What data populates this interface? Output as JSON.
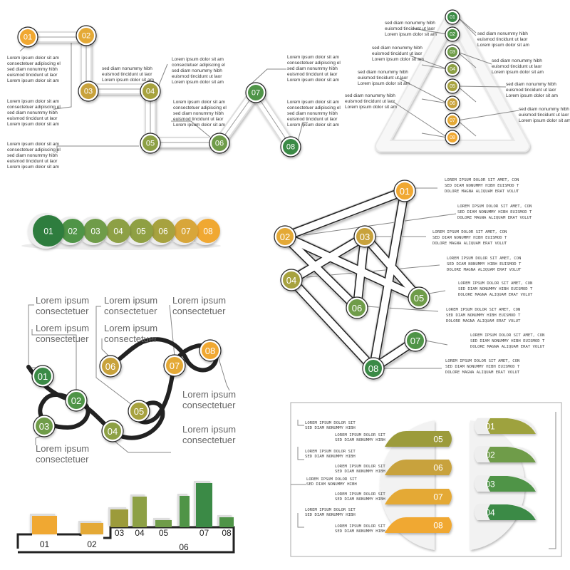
{
  "colors": {
    "c01": "#F0A832",
    "c02": "#E4A936",
    "c03": "#C8A23C",
    "c04": "#A7A23F",
    "c05": "#8DA045",
    "c06": "#6F9C49",
    "c07": "#4F9447",
    "c08": "#3B8A46",
    "g_dark": "#2E7D3E",
    "g_mid": "#6A9A3E",
    "olive": "#9C9B3B",
    "orange": "#F0A030",
    "line": "#888888"
  },
  "labels": [
    "01",
    "02",
    "03",
    "04",
    "05",
    "06",
    "07",
    "08"
  ],
  "lorem_lines_a": [
    "Lorem ipsum dolor sit am",
    "consectetuer adipiscing el",
    "sed diam nonummy hibh",
    "euismod tincidunt ut laor",
    "Lorem ipsum dolor sit am"
  ],
  "lorem_lines_b": [
    "sed diam nonummy hibh",
    "euismod tincidunt ut laor",
    "Lorem ipsum dolor sit am"
  ],
  "lorem_mono": [
    "LOREM IPSUM DOLOR SIT AMET, CON",
    "SED DIAM NONUMMY HIBH EUISMOD T",
    "DOLORE MAGNA ALIQUAM ERAT VOLUT"
  ],
  "lorem_mono_short": [
    "LOREM IPSUM DOLOR SIT",
    "SED DIAM NONUMMY HIBH"
  ],
  "lorem_big": [
    "Lorem ipsum",
    "consectetuer"
  ],
  "bars": {
    "categories": [
      "01",
      "02",
      "03",
      "04",
      "05",
      "06",
      "07",
      "08"
    ],
    "values": [
      26,
      16,
      25,
      43,
      10,
      44,
      62,
      14
    ]
  }
}
